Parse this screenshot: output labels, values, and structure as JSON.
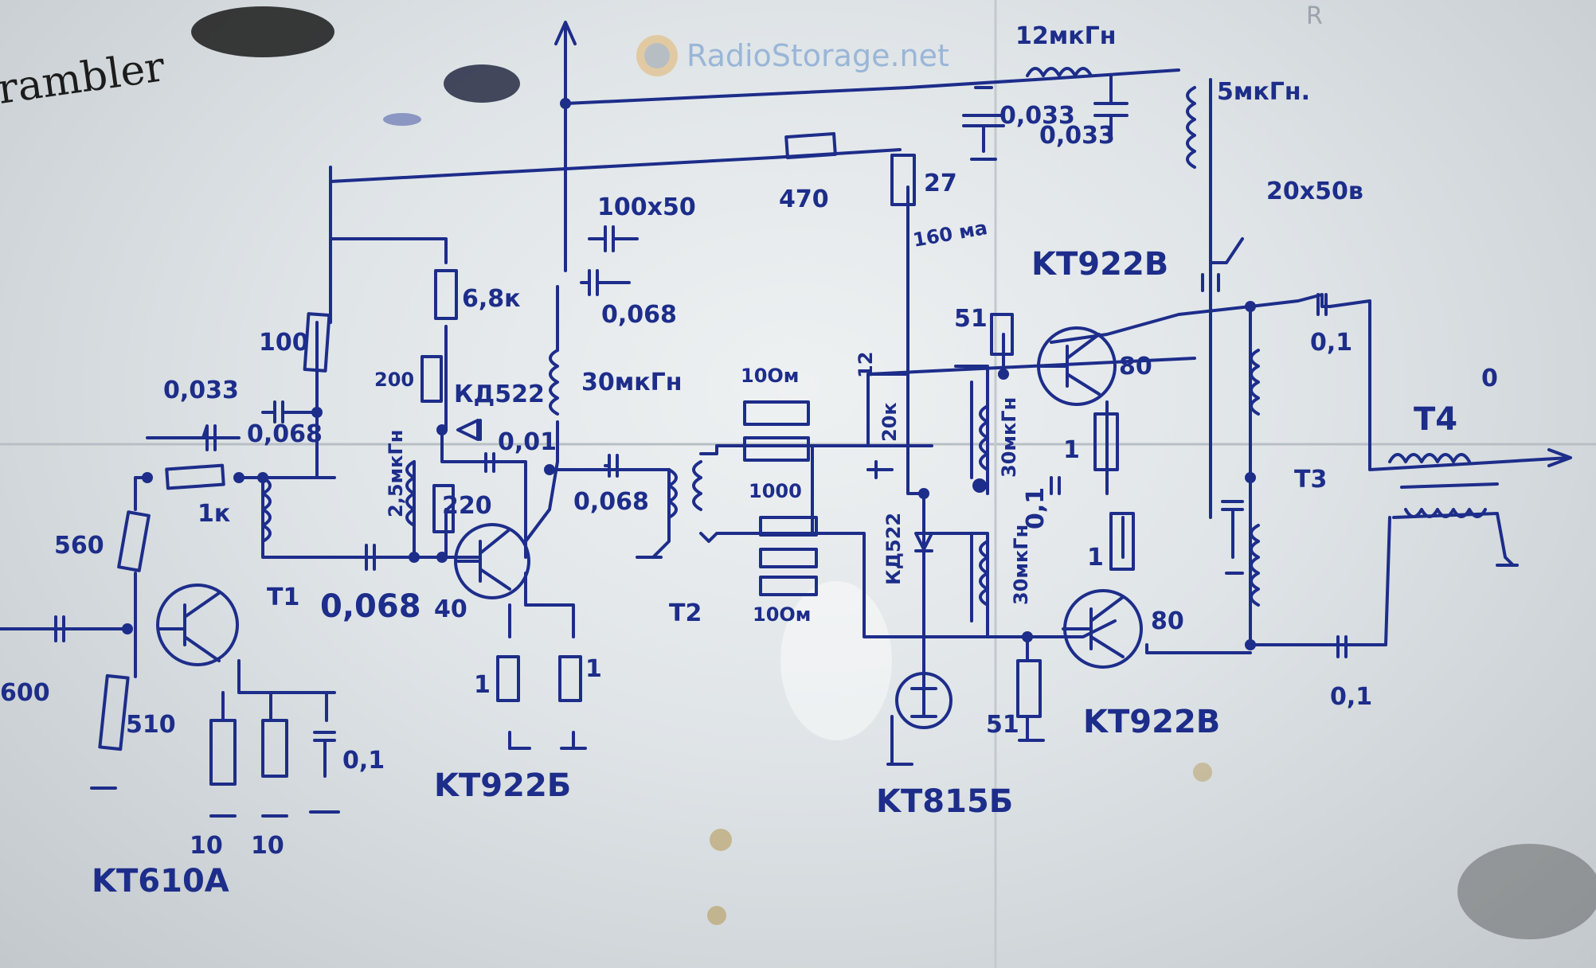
{
  "watermark": "RadioStorage.net",
  "top_corner": "R",
  "labels": {
    "inductor_12uh": "12мкГн",
    "inductor_5uh": "5мкГн.",
    "cap_0033_a": "0,033",
    "cap_0033_b": "0,033",
    "res_470": "470",
    "res_27": "27",
    "current_160ma": "160 ма",
    "cap_20x50v": "20x50в",
    "kt922v_top": "KT922В",
    "cap_100x50": "100x50",
    "cap_0068_top": "0,068",
    "res_6k8": "6,8к",
    "res_100": "100",
    "inductor_30uh": "30мкГн",
    "res_200": "200",
    "diode_kd522_a": "КД522",
    "cap_001": "0,01",
    "cap_0033_left": "0,033",
    "cap_0068_left": "0,068",
    "inductor_25uh": "2,5мкГн",
    "res_1k": "1к",
    "res_560": "560",
    "res_220": "220",
    "cap_0068_mid": "0,068",
    "res_10ohm_top": "10Ом",
    "res_1000": "1000",
    "res_10ohm_bot": "10Ом",
    "t1": "Т1",
    "cap_0068_bot": "0,068",
    "t2": "Т2",
    "res_51_top": "51",
    "res_12": "12",
    "res_20k": "20к",
    "inductor_30uh_b": "30мкГн",
    "inductor_30uh_c": "30мкГн",
    "num_80_top": "80",
    "cap_01_right": "0,1",
    "t4": "Т4",
    "t3": "Т3",
    "res_1_top": "1",
    "res_1_mid": "1",
    "cap_01_mid": "0,1",
    "diode_kd522_b": "КД522",
    "num_80_bot": "80",
    "cap_01_bottom": "0,1",
    "kt922v_bottom": "KT922В",
    "res_51_bot": "51",
    "num_0": "0",
    "res_1_a": "1",
    "res_1_b": "1",
    "num_40": "40",
    "kt922b": "KT922Б",
    "kt815b": "KT815Б",
    "res_510": "510",
    "res_10_a": "10",
    "res_10_b": "10",
    "cap_01_left": "0,1",
    "kt610a": "KT610А",
    "source_600": "600",
    "scribble_left": "rambler"
  },
  "colors": {
    "ink": "#1d2d8a",
    "paper": "#e3e7ea",
    "watermark": "#9ab6d8"
  }
}
